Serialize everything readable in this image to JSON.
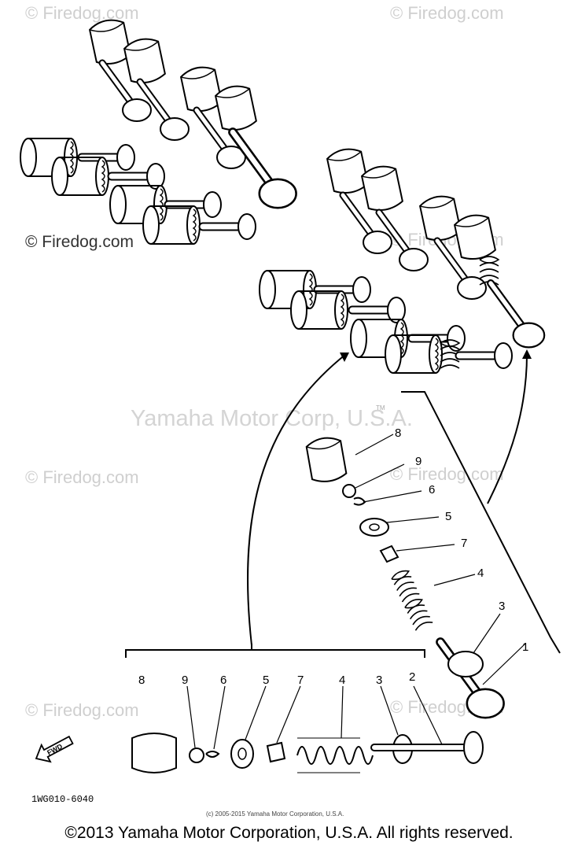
{
  "watermark": {
    "firedog": "© Firedog.com",
    "yamaha": "Yamaha Motor Corp, U.S.A.",
    "tm": "TM"
  },
  "callouts": {
    "row": [
      "8",
      "9",
      "6",
      "5",
      "7",
      "4",
      "3",
      "2"
    ],
    "exploded": [
      "8",
      "9",
      "6",
      "5",
      "7",
      "4",
      "3",
      "1"
    ]
  },
  "front_label": "FWD",
  "part_code": "1WG010-6040",
  "small_copyright": "(c) 2005-2015 Yamaha Motor Corporation, U.S.A.",
  "copyright": "©2013 Yamaha Motor Corporation, U.S.A. All rights reserved."
}
